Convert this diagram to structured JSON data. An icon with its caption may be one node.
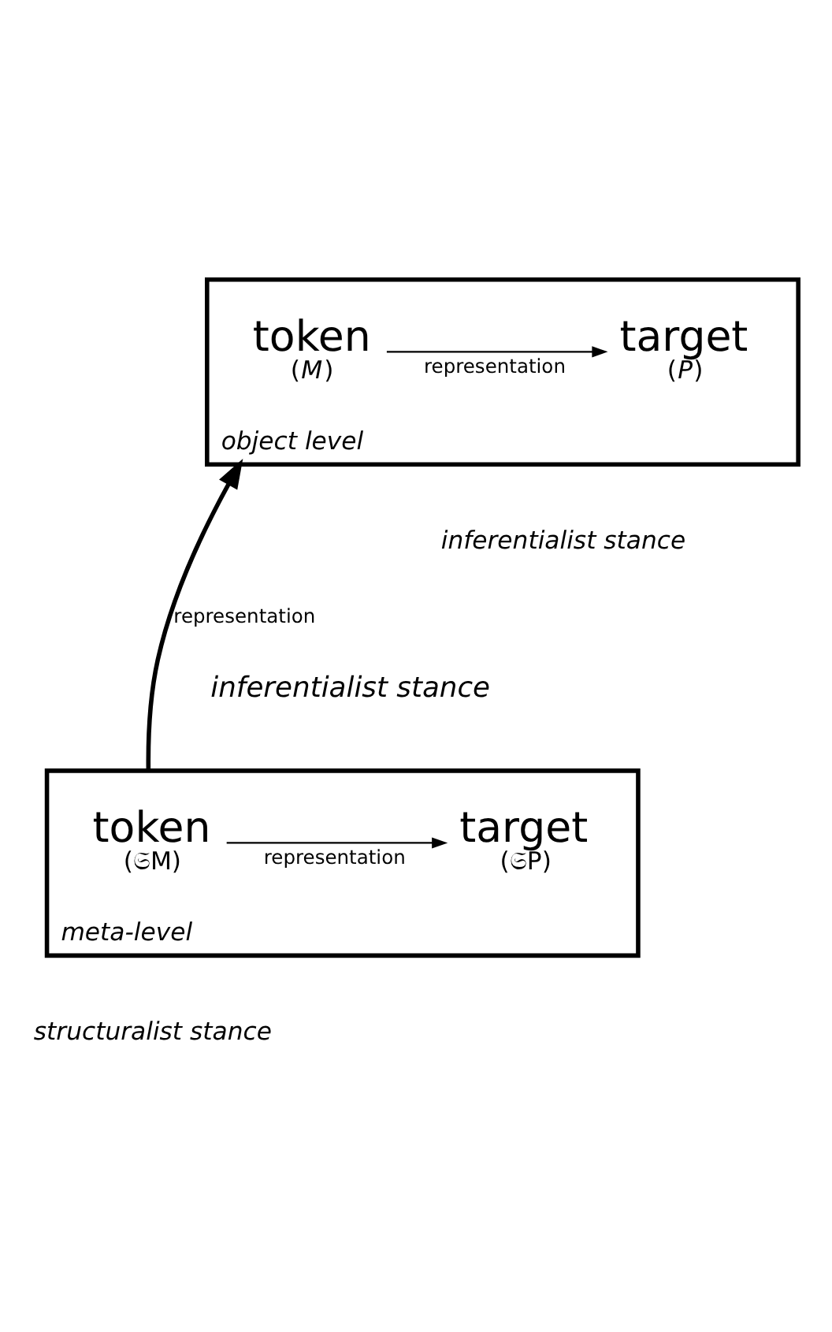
{
  "diagram": {
    "nodes": [
      {
        "text": [
          "object level"
        ],
        "beside": [
          "inferentialist stance"
        ]
      },
      {
        "text": [
          "token",
          "(*M*)"
        ],
        "in": 0
      },
      {
        "text": [
          "target",
          "(*P*)"
        ],
        "in": 0
      },
      {
        "text": [
          "meta-level"
        ],
        "beside": [
          "structuralist stance"
        ]
      },
      {
        "text": [
          "token",
          "(𝔖M)"
        ],
        "in": 3
      },
      {
        "text": [
          "target",
          "(𝔖P)"
        ],
        "in": 3
      }
    ],
    "edges": [
      {
        "from": 1,
        "to": 2,
        "arrow": "to",
        "label": "representation"
      },
      {
        "from": 3,
        "to": 0,
        "arrow": "to",
        "label": "representation",
        "style": "thick"
      },
      {
        "from": 4,
        "to": 5,
        "arrow": "to",
        "label": "representation"
      }
    ],
    "labels": [
      "inferentialist stance"
    ]
  }
}
